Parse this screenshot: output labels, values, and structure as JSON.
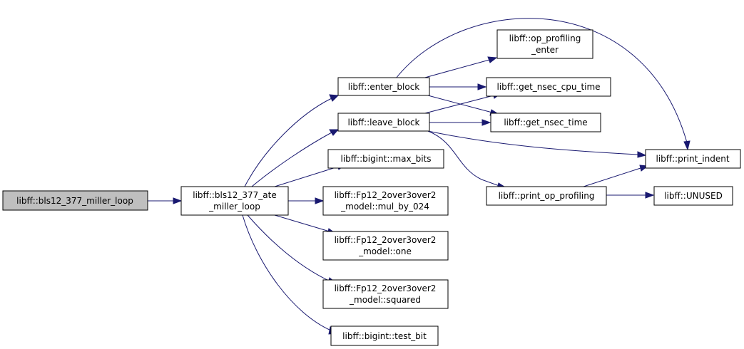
{
  "nodes": [
    {
      "id": "root",
      "lines": [
        "libff::bls12_377_miller_loop"
      ]
    },
    {
      "id": "ate_miller",
      "lines": [
        "libff::bls12_377_ate",
        "_miller_loop"
      ]
    },
    {
      "id": "enter_block",
      "lines": [
        "libff::enter_block"
      ]
    },
    {
      "id": "leave_block",
      "lines": [
        "libff::leave_block"
      ]
    },
    {
      "id": "max_bits",
      "lines": [
        "libff::bigint::max_bits"
      ]
    },
    {
      "id": "mul_by_024",
      "lines": [
        "libff::Fp12_2over3over2",
        "_model::mul_by_024"
      ]
    },
    {
      "id": "one",
      "lines": [
        "libff::Fp12_2over3over2",
        "_model::one"
      ]
    },
    {
      "id": "squared",
      "lines": [
        "libff::Fp12_2over3over2",
        "_model::squared"
      ]
    },
    {
      "id": "test_bit",
      "lines": [
        "libff::bigint::test_bit"
      ]
    },
    {
      "id": "op_prof_enter",
      "lines": [
        "libff::op_profiling",
        "_enter"
      ]
    },
    {
      "id": "cpu_time",
      "lines": [
        "libff::get_nsec_cpu_time"
      ]
    },
    {
      "id": "nsec_time",
      "lines": [
        "libff::get_nsec_time"
      ]
    },
    {
      "id": "print_indent",
      "lines": [
        "libff::print_indent"
      ]
    },
    {
      "id": "print_op",
      "lines": [
        "libff::print_op_profiling"
      ]
    },
    {
      "id": "unused",
      "lines": [
        "libff::UNUSED"
      ]
    }
  ],
  "edges": [
    {
      "from": "root",
      "to": "ate_miller"
    },
    {
      "from": "ate_miller",
      "to": "enter_block"
    },
    {
      "from": "ate_miller",
      "to": "leave_block"
    },
    {
      "from": "ate_miller",
      "to": "max_bits"
    },
    {
      "from": "ate_miller",
      "to": "mul_by_024"
    },
    {
      "from": "ate_miller",
      "to": "one"
    },
    {
      "from": "ate_miller",
      "to": "squared"
    },
    {
      "from": "ate_miller",
      "to": "test_bit"
    },
    {
      "from": "enter_block",
      "to": "op_prof_enter"
    },
    {
      "from": "enter_block",
      "to": "cpu_time"
    },
    {
      "from": "enter_block",
      "to": "nsec_time"
    },
    {
      "from": "enter_block",
      "to": "print_indent"
    },
    {
      "from": "leave_block",
      "to": "cpu_time"
    },
    {
      "from": "leave_block",
      "to": "nsec_time"
    },
    {
      "from": "leave_block",
      "to": "print_indent"
    },
    {
      "from": "leave_block",
      "to": "print_op"
    },
    {
      "from": "print_op",
      "to": "print_indent"
    },
    {
      "from": "print_op",
      "to": "unused"
    }
  ]
}
